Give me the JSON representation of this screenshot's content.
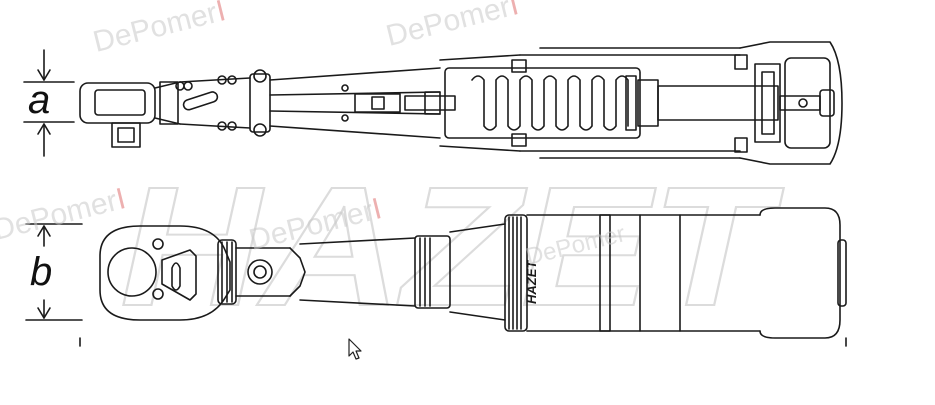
{
  "dimensions": {
    "a_label": "a",
    "b_label": "b"
  },
  "watermark": {
    "text": "DePomer",
    "accent": "I"
  },
  "brand": {
    "handle_mark": "HAZET",
    "background_mark": "HAZET"
  },
  "colors": {
    "line": "#1a1a1a",
    "watermark_gray": "#cfcfcf",
    "watermark_red": "#e07070"
  },
  "cursor": {
    "icon": "arrow-pointer-icon"
  }
}
